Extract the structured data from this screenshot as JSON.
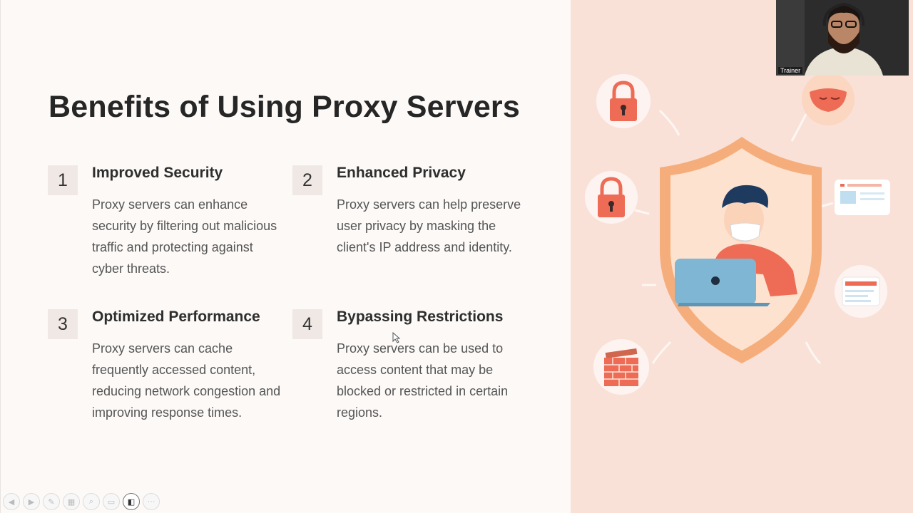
{
  "slide": {
    "title": "Benefits of Using Proxy Servers",
    "items": [
      {
        "number": "1",
        "title": "Improved Security",
        "body": "Proxy servers can enhance security by filtering out malicious traffic and protecting against cyber threats."
      },
      {
        "number": "2",
        "title": "Enhanced Privacy",
        "body": "Proxy servers can help preserve user privacy by masking the client's IP address and identity."
      },
      {
        "number": "3",
        "title": "Optimized Performance",
        "body": "Proxy servers can cache frequently accessed content, reducing network congestion and improving response times."
      },
      {
        "number": "4",
        "title": "Bypassing Restrictions",
        "body": "Proxy servers can be used to access content that may be blocked or restricted in certain regions."
      }
    ]
  },
  "webcam": {
    "label": "Trainer"
  },
  "colors": {
    "accent": "#ee6c55",
    "shield": "#f6ad7c",
    "panel": "#f9e1d7"
  },
  "toolbar": [
    "prev-icon",
    "next-icon",
    "pen-icon",
    "slides-icon",
    "zoom-icon",
    "subtitles-icon",
    "camera-icon",
    "more-icon"
  ]
}
